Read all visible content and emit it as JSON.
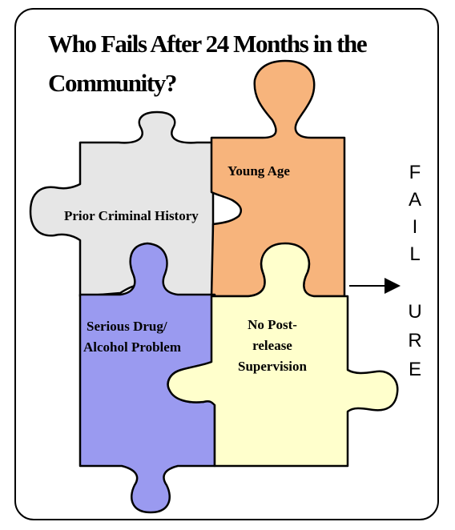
{
  "title": {
    "line1": "Who Fails After 24 Months in the",
    "line2": "Community?"
  },
  "pieces": {
    "prior": {
      "label": "Prior Criminal History",
      "color": "#e6e6e6"
    },
    "young": {
      "label": "Young Age",
      "color": "#f7b47c"
    },
    "drug": {
      "line1": "Serious Drug/",
      "line2": "Alcohol Problem",
      "color": "#9a9af0"
    },
    "post": {
      "line1": "No Post-",
      "line2": "release",
      "line3": "Supervision",
      "color": "#ffffcc"
    }
  },
  "outcome": {
    "letters": [
      "F",
      "A",
      "I",
      "L",
      "U",
      "R",
      "E"
    ]
  }
}
